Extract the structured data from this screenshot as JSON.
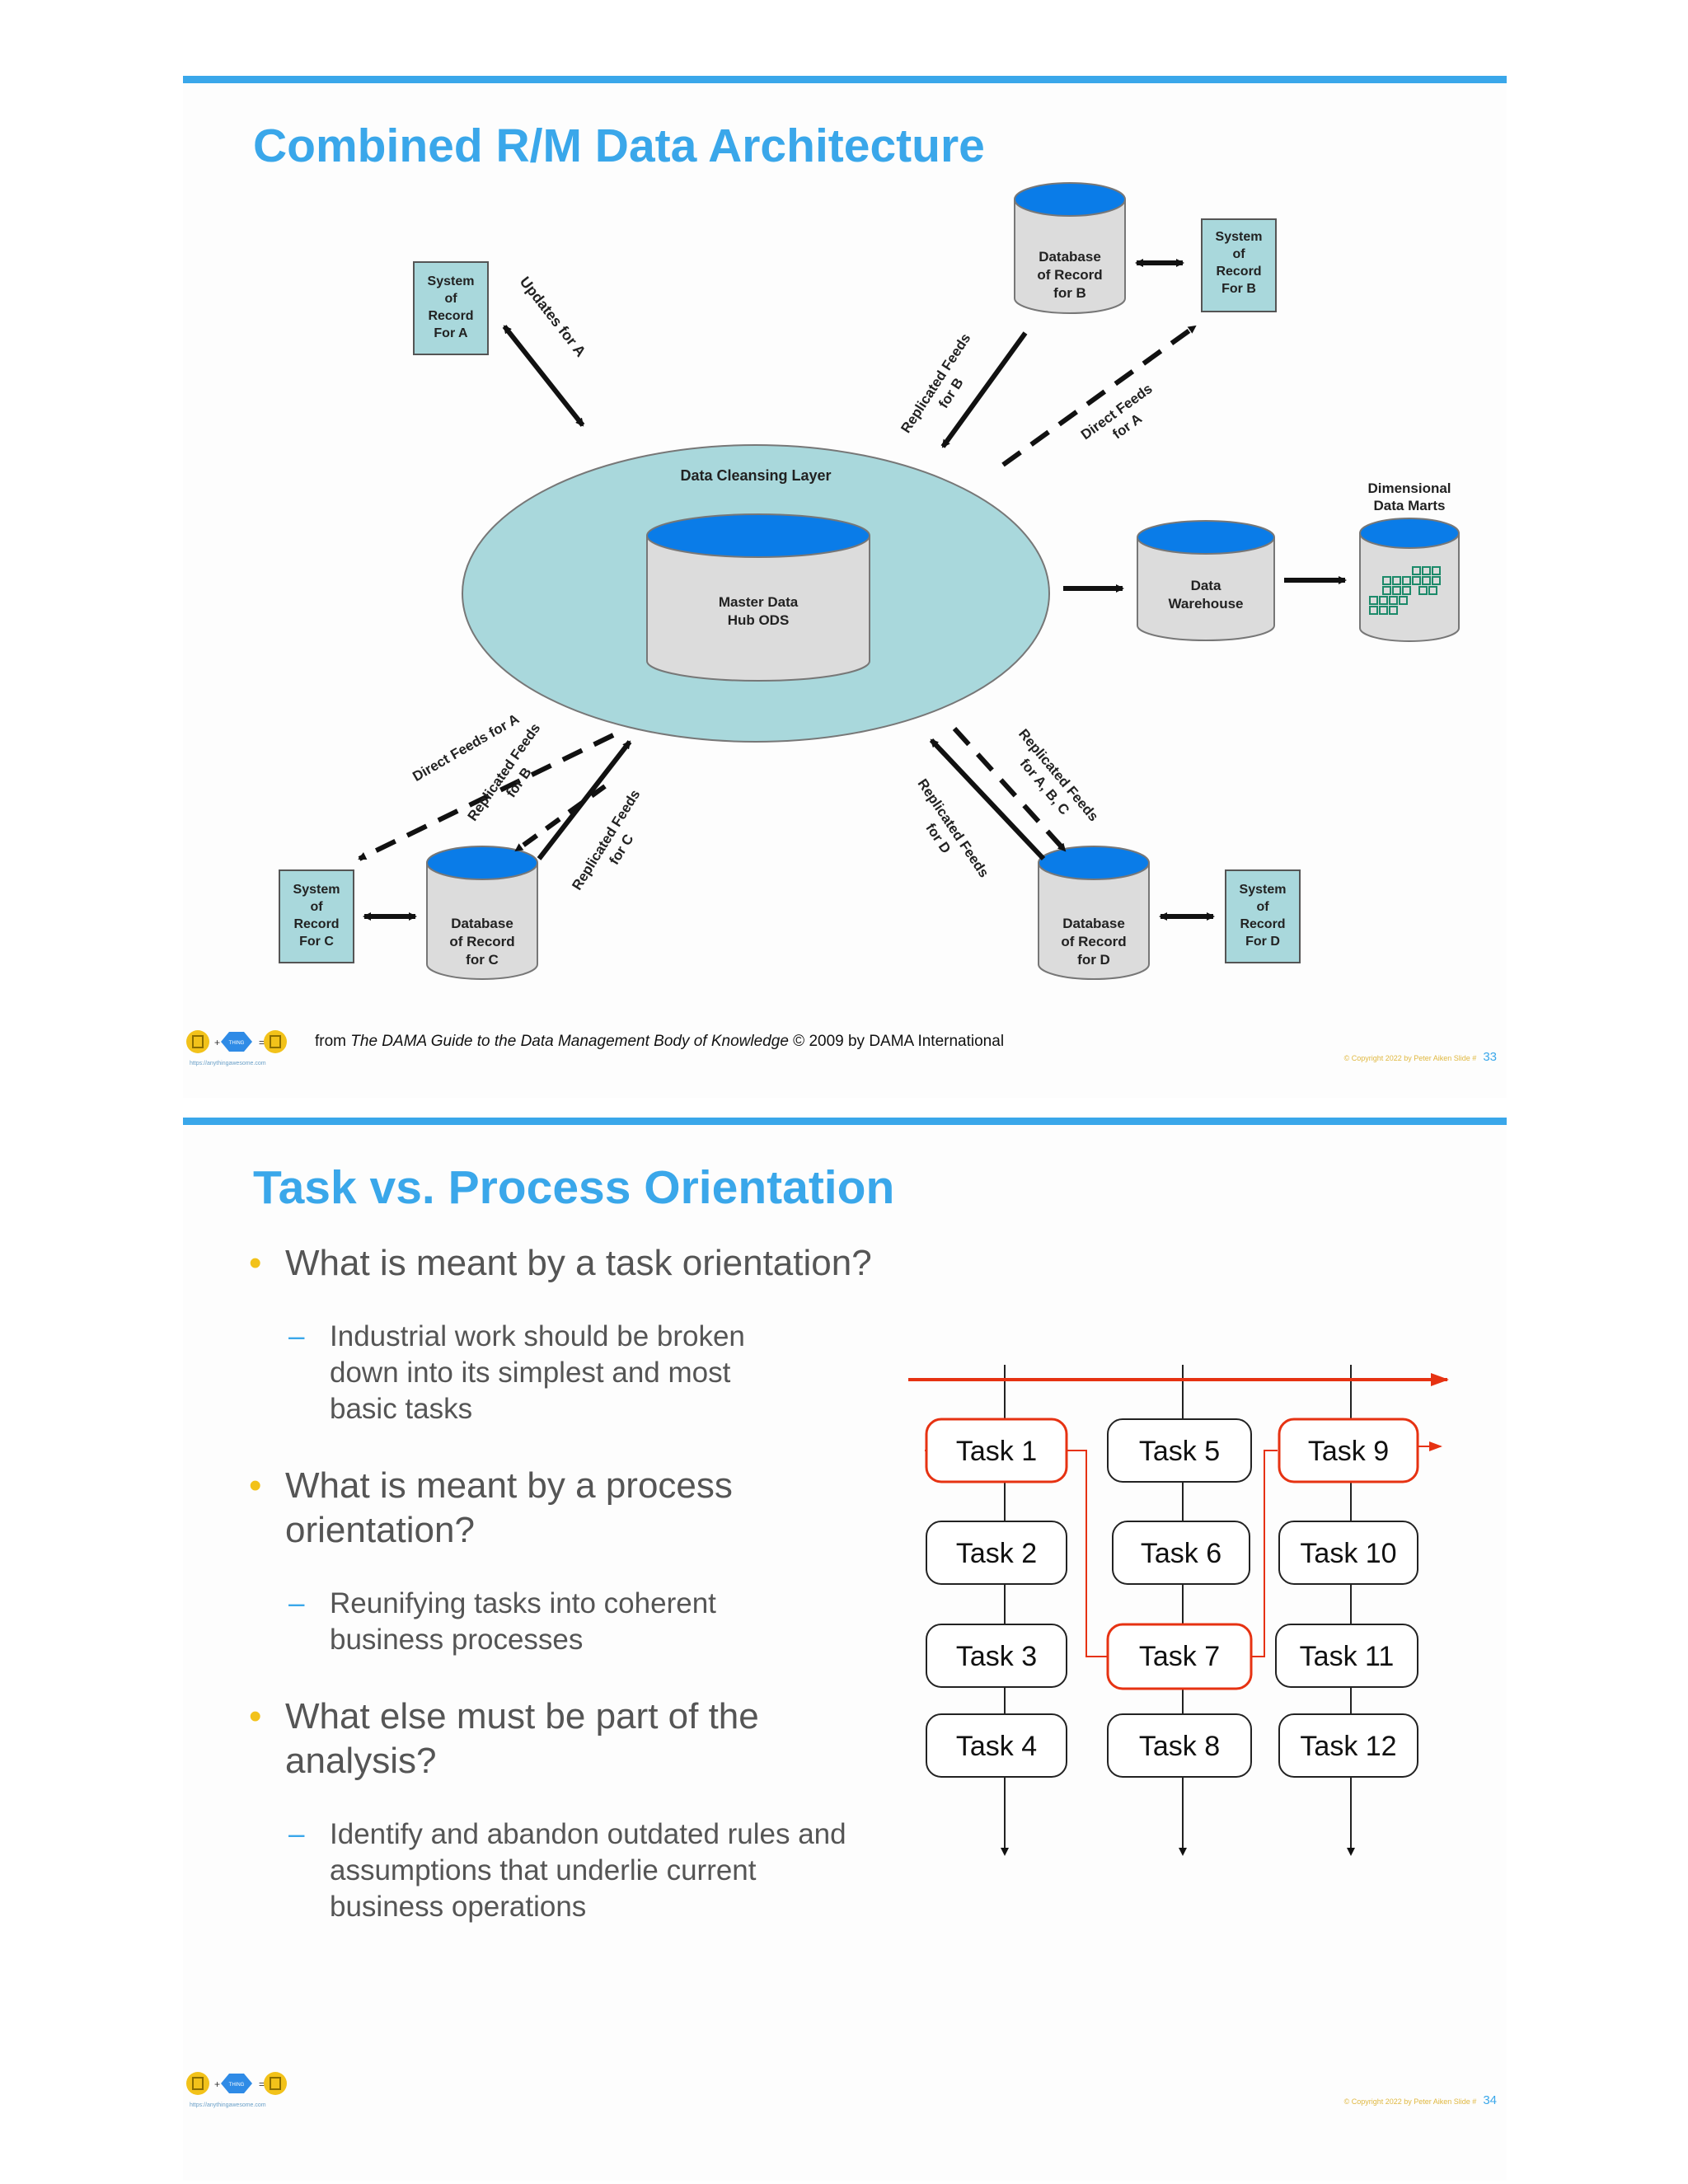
{
  "slide1": {
    "title": "Combined R/M Data Architecture",
    "credit_prefix": "from ",
    "credit_book": "The DAMA Guide to the Data Management Body of Knowledge",
    "credit_suffix": " © 2009 by DAMA International",
    "meta": "© Copyright  2022  by Peter Aiken  Slide #",
    "slide_number": "33",
    "logo_url": "https://anythingawesome.com",
    "diagram": {
      "sor_a": [
        "System",
        "of",
        "Record",
        "For A"
      ],
      "sor_b": [
        "System",
        "of",
        "Record",
        "For B"
      ],
      "sor_c": [
        "System",
        "of",
        "Record",
        "For C"
      ],
      "sor_d": [
        "System",
        "of",
        "Record",
        "For D"
      ],
      "db_b": [
        "Database",
        "of Record",
        "for B"
      ],
      "db_c": [
        "Database",
        "of Record",
        "for C"
      ],
      "db_d": [
        "Database",
        "of Record",
        "for D"
      ],
      "cleansing_layer": "Data Cleansing Layer",
      "hub": [
        "Master Data",
        "Hub ODS"
      ],
      "warehouse": [
        "Data",
        "Warehouse"
      ],
      "marts": [
        "Dimensional",
        "Data Marts"
      ],
      "updates_a": "Updates for A",
      "repl_b_top": [
        "Replicated Feeds",
        "for B"
      ],
      "direct_a_top": [
        "Direct Feeds",
        "for A"
      ],
      "direct_a_bottom": "Direct Feeds for A",
      "repl_b_bottom": [
        "Replicated Feeds",
        "for B"
      ],
      "repl_c": [
        "Replicated Feeds",
        "for C"
      ],
      "repl_abc": [
        "Replicated Feeds",
        "for A, B, C"
      ],
      "repl_d": [
        "Replicated Feeds",
        "for D"
      ]
    }
  },
  "slide2": {
    "title": "Task vs. Process Orientation",
    "bullets": {
      "q1": "What is meant by a task orientation?",
      "a1": "Industrial work should be broken down into its simplest and most basic tasks",
      "q2": "What is meant by a process orientation?",
      "a2": "Reunifying tasks into coherent business processes",
      "q3": "What else must be part of the analysis?",
      "a3": "Identify and abandon outdated rules and assumptions that underlie current business operations"
    },
    "tasks": [
      "Task 1",
      "Task 2",
      "Task 3",
      "Task 4",
      "Task 5",
      "Task 6",
      "Task 7",
      "Task 8",
      "Task 9",
      "Task 10",
      "Task 11",
      "Task 12"
    ],
    "highlight_color": "#e63212",
    "meta": "© Copyright  2022  by Peter Aiken  Slide #",
    "slide_number": "34",
    "logo_url": "https://anythingawesome.com"
  }
}
